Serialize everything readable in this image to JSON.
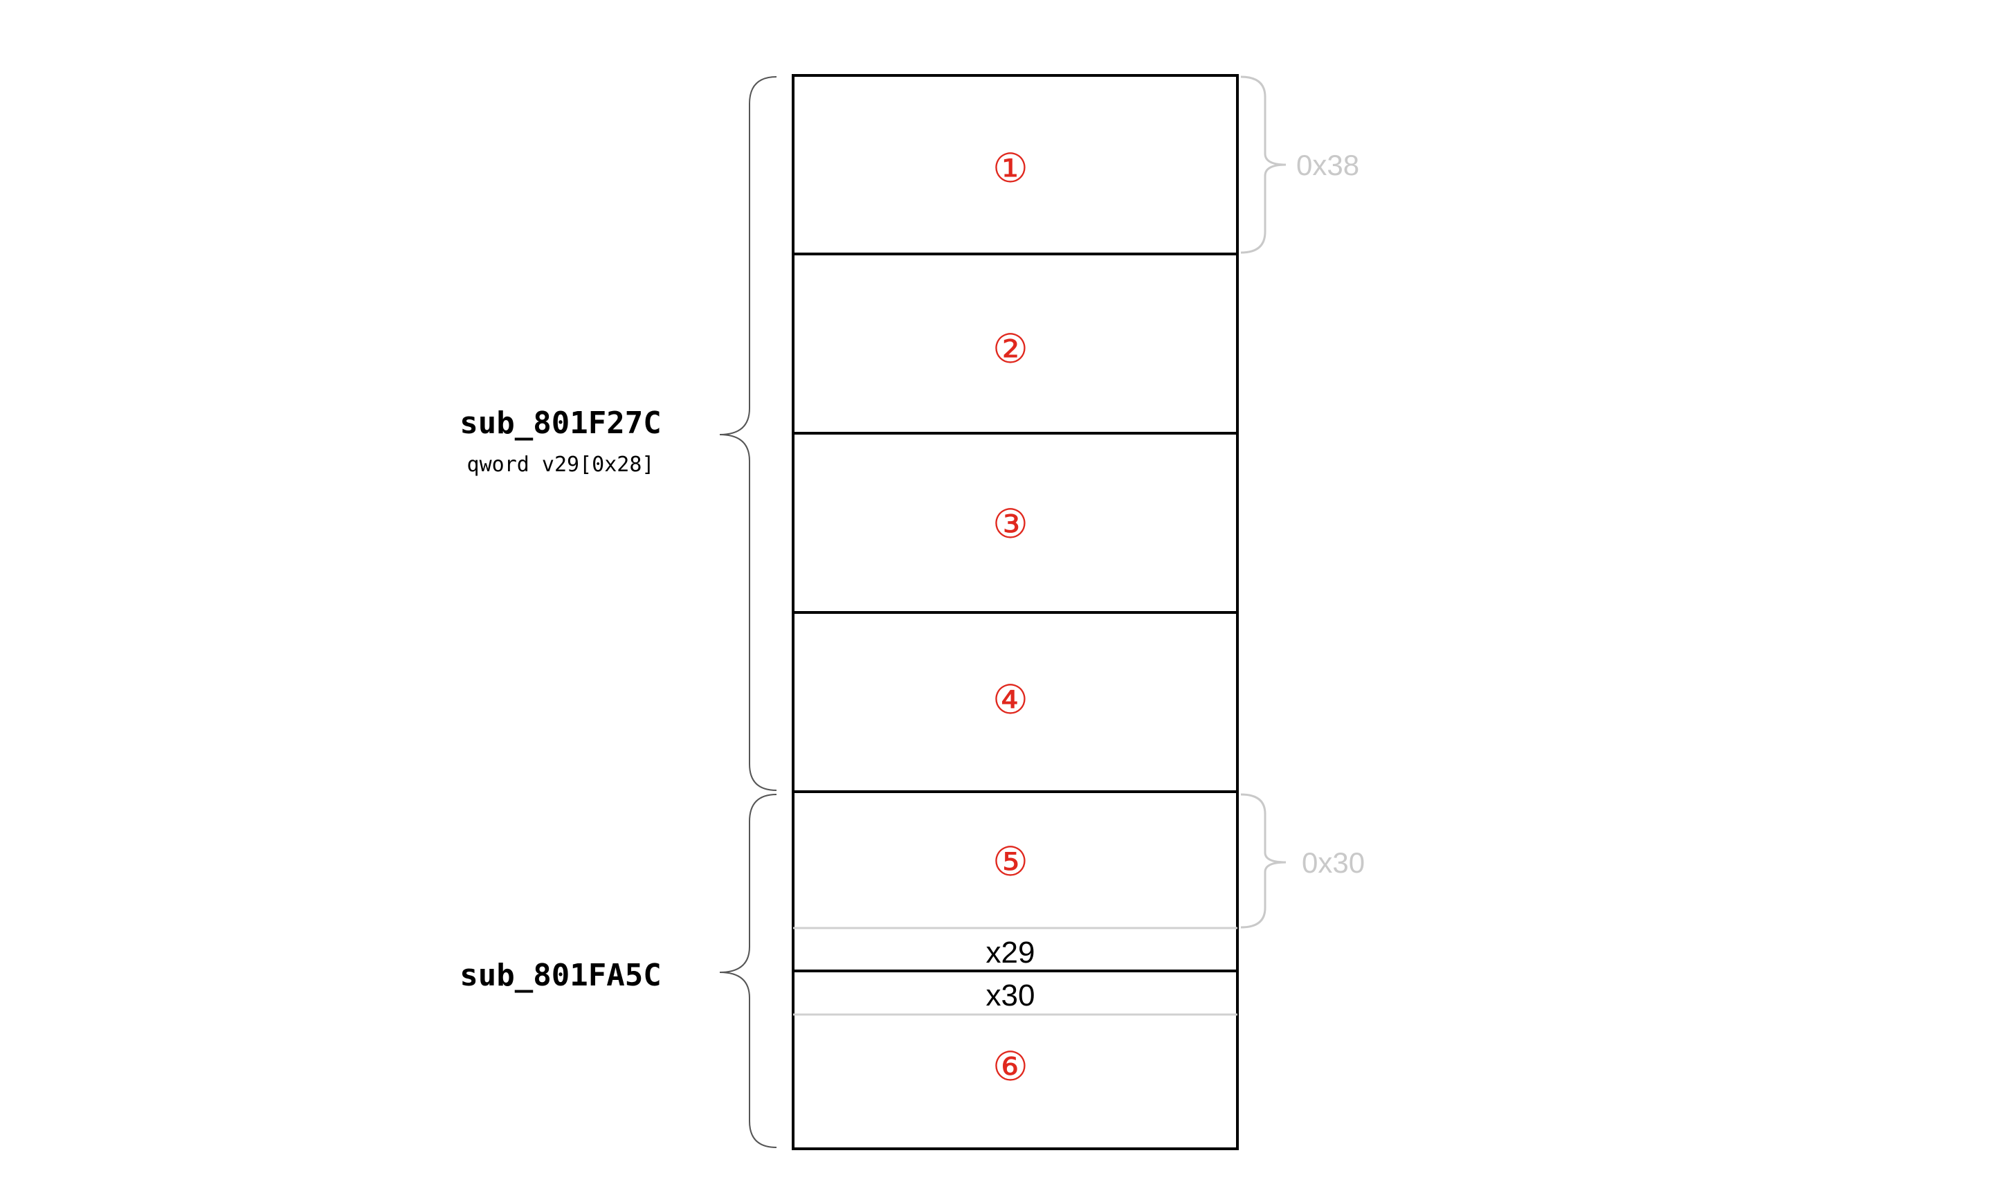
{
  "cells": [
    "①",
    "②",
    "③",
    "④",
    "⑤",
    "⑥"
  ],
  "registers": [
    "x29",
    "x30"
  ],
  "functions": [
    {
      "name": "sub_801F27C",
      "detail": "qword v29[0x28]"
    },
    {
      "name": "sub_801FA5C",
      "detail": ""
    }
  ],
  "sizes": [
    "0x38",
    "0x30"
  ],
  "colors": {
    "cell_number": "#e0281e",
    "outline": "#000000",
    "brace": "#555555",
    "size_brace": "#c9c9c9"
  }
}
